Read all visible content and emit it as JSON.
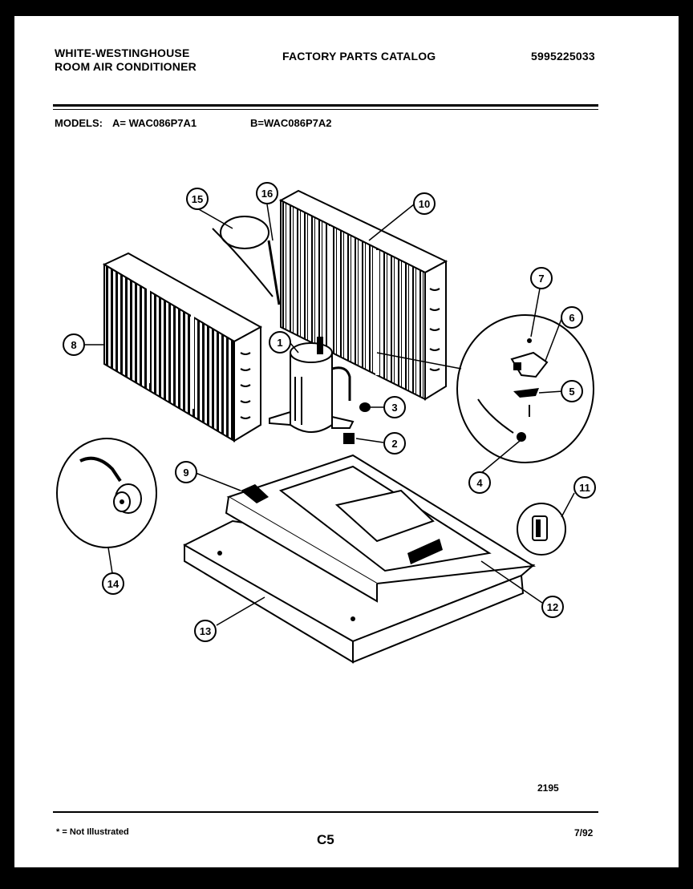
{
  "header": {
    "brand_line1": "WHITE-WESTINGHOUSE",
    "brand_line2": "ROOM AIR CONDITIONER",
    "catalog_title": "FACTORY PARTS CATALOG",
    "catalog_number": "5995225033"
  },
  "models": {
    "label": "MODELS:",
    "model_a": "A= WAC086P7A1",
    "model_b": "B=WAC086P7A2"
  },
  "callouts": [
    "1",
    "2",
    "3",
    "4",
    "5",
    "6",
    "7",
    "8",
    "9",
    "10",
    "11",
    "12",
    "13",
    "14",
    "15",
    "16"
  ],
  "footer": {
    "drawing_number": "2195",
    "note": "* = Not Illustrated",
    "page_code": "C5",
    "date": "7/92"
  }
}
